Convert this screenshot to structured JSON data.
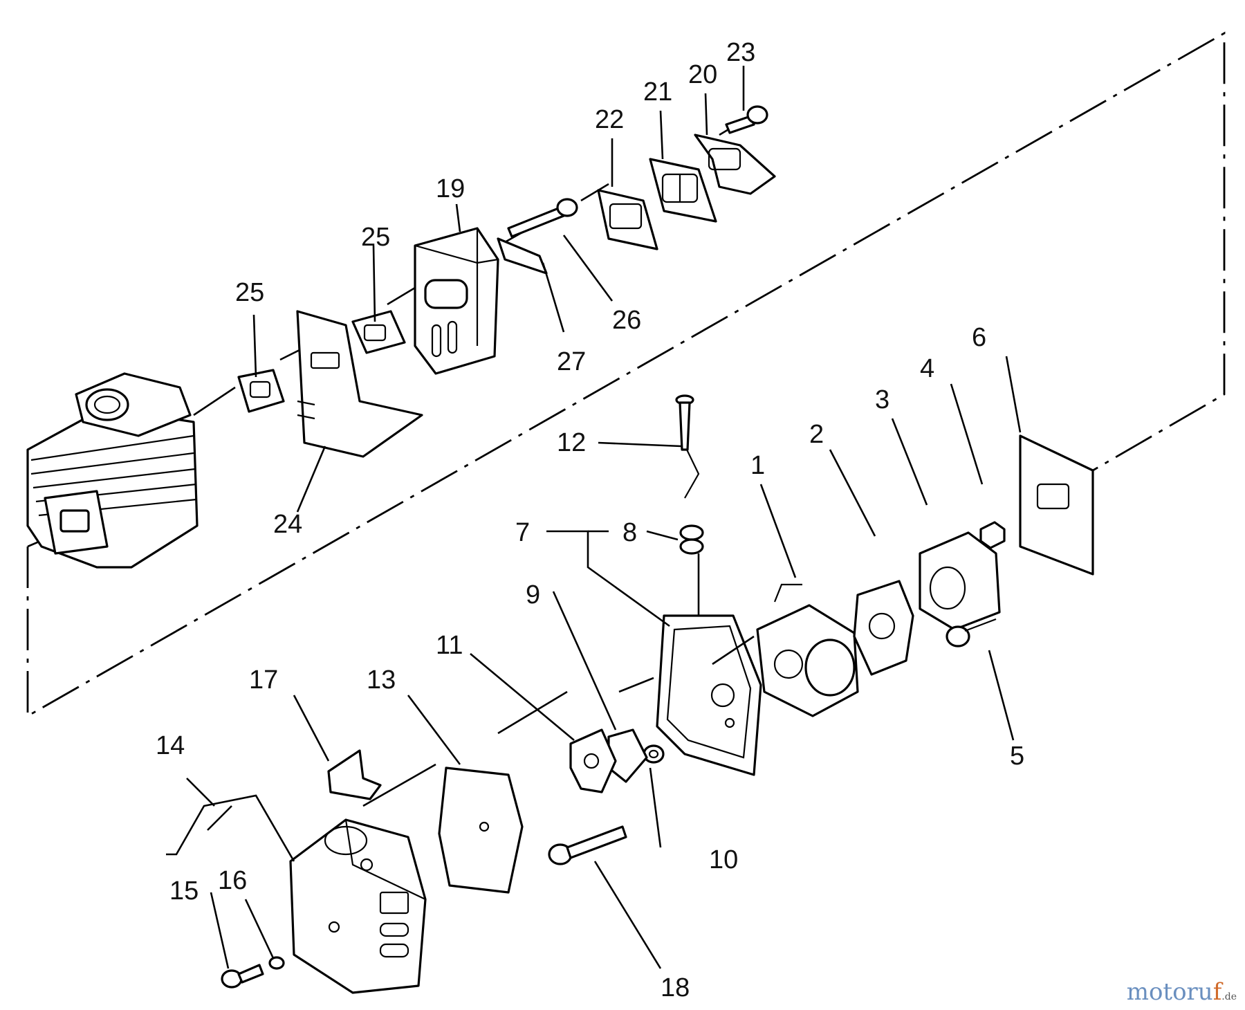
{
  "diagram": {
    "callouts": [
      "1",
      "2",
      "3",
      "4",
      "5",
      "6",
      "7",
      "8",
      "9",
      "10",
      "11",
      "12",
      "13",
      "14",
      "15",
      "16",
      "17",
      "18",
      "19",
      "20",
      "21",
      "22",
      "23",
      "24",
      "25",
      "25",
      "26",
      "27"
    ]
  },
  "watermark": {
    "main": "motoru",
    "f": "f",
    "tld": ".de"
  }
}
